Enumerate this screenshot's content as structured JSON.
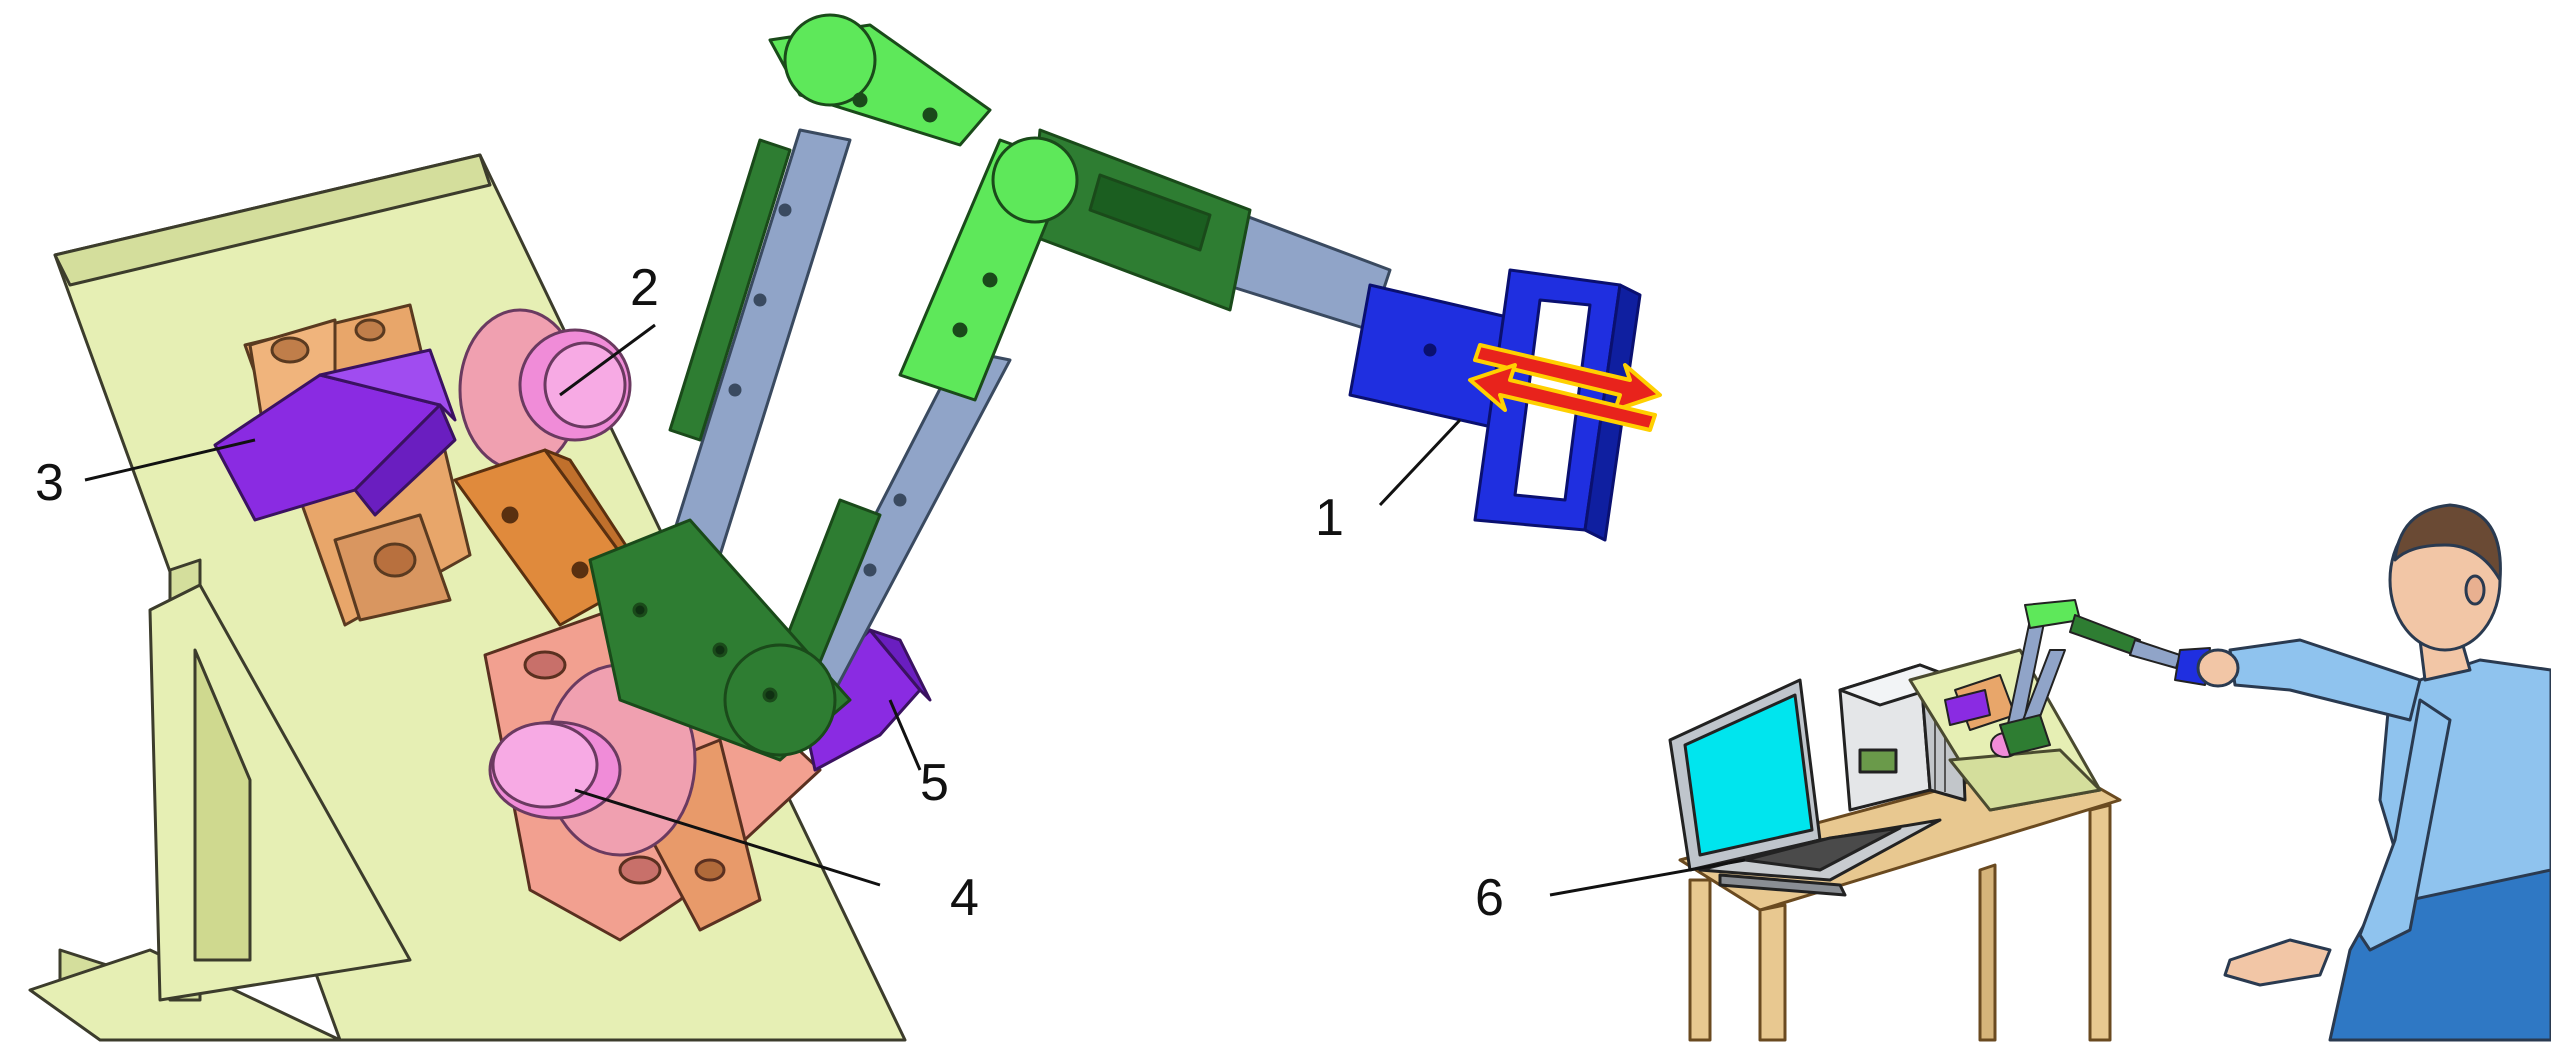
{
  "figure": {
    "description_free": true,
    "callouts": [
      {
        "id": "1",
        "label": "1"
      },
      {
        "id": "2",
        "label": "2"
      },
      {
        "id": "3",
        "label": "3"
      },
      {
        "id": "4",
        "label": "4"
      },
      {
        "id": "5",
        "label": "5"
      },
      {
        "id": "6",
        "label": "6"
      }
    ],
    "colors": {
      "base_plate": "#e6efb4",
      "base_edge": "#5a5a3c",
      "link_green_light": "#5ee85a",
      "link_green_dark": "#2e7d32",
      "link_blue_grey": "#90a4c8",
      "handle_blue": "#1f2fe0",
      "motor_purple": "#8a2be2",
      "motor_pink": "#f08cd8",
      "bracket_orange": "#e8a66a",
      "bracket_salmon": "#f2a090",
      "arrow_red": "#e8231c",
      "arrow_glow": "#ffd000",
      "laptop_screen": "#00e5ee",
      "table_wood": "#e8c890",
      "person_shirt": "#8fc3ee",
      "person_pants": "#2f78c4",
      "person_skin": "#f2c6a6"
    }
  }
}
